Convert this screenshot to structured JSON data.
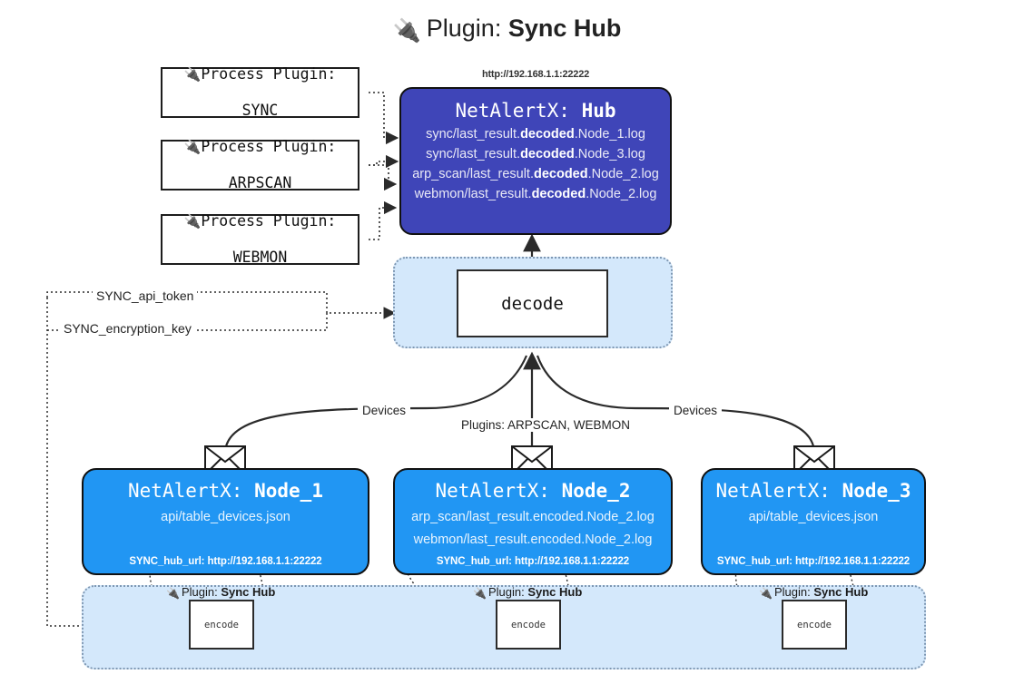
{
  "title": {
    "icon": "plug-icon",
    "prefix": "Plugin:",
    "name": "Sync Hub"
  },
  "process_plugins": [
    {
      "icon": "plug-icon",
      "label": "Process Plugin:",
      "name": "SYNC"
    },
    {
      "icon": "plug-icon",
      "label": "Process Plugin:",
      "name": "ARPSCAN"
    },
    {
      "icon": "plug-icon",
      "label": "Process Plugin:",
      "name": "WEBMON"
    }
  ],
  "hub": {
    "url": "http://192.168.1.1:22222",
    "title_prefix": "NetAlertX:",
    "title_name": "Hub",
    "color": "#3f45b8",
    "logs": [
      {
        "pre": "sync/last_result.",
        "bold": "decoded",
        "post": ".Node_1.log"
      },
      {
        "pre": "sync/last_result.",
        "bold": "decoded",
        "post": ".Node_3.log"
      },
      {
        "pre": "arp_scan/last_result.",
        "bold": "decoded",
        "post": ".Node_2.log"
      },
      {
        "pre": "webmon/last_result.",
        "bold": "decoded",
        "post": ".Node_2.log"
      }
    ]
  },
  "decode": {
    "label": "decode",
    "container_color": "#d4e8fb"
  },
  "secrets": {
    "api_token": "SYNC_api_token",
    "encryption_key": "SYNC_encryption_key"
  },
  "edge_labels": {
    "devices_left": "Devices",
    "devices_right": "Devices",
    "plugins_middle": "Plugins: ARPSCAN, WEBMON"
  },
  "nodes": [
    {
      "title_prefix": "NetAlertX:",
      "title_name": "Node_1",
      "color": "#2196f3",
      "lines": [
        "api/table_devices.json"
      ],
      "footer": "SYNC_hub_url: http://192.168.1.1:22222",
      "envelope": "envelope-icon"
    },
    {
      "title_prefix": "NetAlertX:",
      "title_name": "Node_2",
      "color": "#2196f3",
      "lines": [
        "arp_scan/last_result.encoded.Node_2.log",
        "webmon/last_result.encoded.Node_2.log"
      ],
      "footer": "SYNC_hub_url: http://192.168.1.1:22222",
      "envelope": "envelope-icon"
    },
    {
      "title_prefix": "NetAlertX:",
      "title_name": "Node_3",
      "color": "#2196f3",
      "lines": [
        "api/table_devices.json"
      ],
      "footer": "SYNC_hub_url: http://192.168.1.1:22222",
      "envelope": "envelope-icon"
    }
  ],
  "encoders": [
    {
      "icon": "plug-icon",
      "label_prefix": "Plugin:",
      "label_name": "Sync Hub",
      "box": "encode"
    },
    {
      "icon": "plug-icon",
      "label_prefix": "Plugin:",
      "label_name": "Sync Hub",
      "box": "encode"
    },
    {
      "icon": "plug-icon",
      "label_prefix": "Plugin:",
      "label_name": "Sync Hub",
      "box": "encode"
    }
  ]
}
